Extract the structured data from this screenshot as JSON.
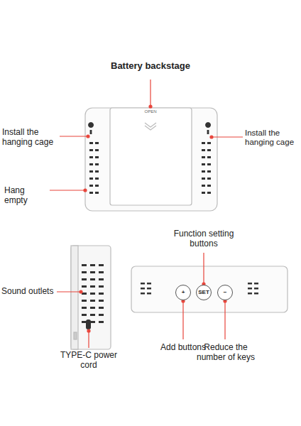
{
  "diagram": {
    "title": "Battery backstage",
    "nodes": [
      {
        "text": [
          "+"
        ]
      },
      {
        "text": [
          "SET"
        ]
      },
      {
        "text": [
          "−"
        ]
      }
    ],
    "labels": [
      "Install the hanging cage",
      "Install the hanging cage",
      "Hang empty",
      "OPEN",
      "Function setting buttons",
      "Sound outlets",
      "TYPE-C power cord",
      "Add buttons",
      "Reduce the number of keys"
    ]
  }
}
